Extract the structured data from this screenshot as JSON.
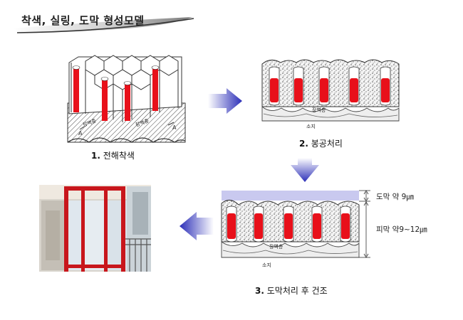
{
  "title": "착색, 실링, 도막 형성모델",
  "captions": {
    "step1_num": "1.",
    "step1_text": "전해착색",
    "step2_num": "2.",
    "step2_text": "봉공처리",
    "step3_num": "3.",
    "step3_text": "도막처리 후 건조"
  },
  "labels": {
    "barrier": "장벽층",
    "base": "소지",
    "coating_thickness": "도막 약 9㎛",
    "film_thickness": "피막 약9~12㎛",
    "a_mark": "A"
  },
  "colors": {
    "pigment_red": "#e8101a",
    "coating_lavender": "#c9c9ef",
    "arrow_blue": "#3c3fc0",
    "photo_frame_red": "#c8161c"
  }
}
